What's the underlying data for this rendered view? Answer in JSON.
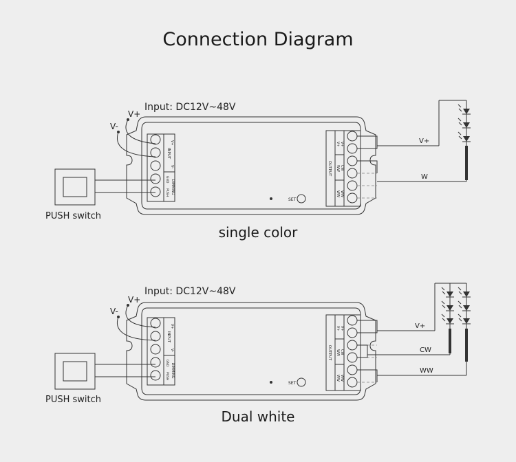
{
  "title": "Connection Diagram",
  "diagrams": [
    {
      "caption": "single color",
      "input_label": "Input: DC12V~48V",
      "v_plus": "V+",
      "v_minus": "V-",
      "push_switch": "PUSH switch",
      "input_block": "INPUT",
      "input_pins": [
        "V+",
        "V-"
      ],
      "dimming_block": "DIMMING",
      "dimming_pins": [
        "GND",
        "PUSH"
      ],
      "output_block": "OUTPUT",
      "output_pins": [
        "V+",
        "V+",
        "WW",
        "CW",
        "WW",
        "WW"
      ],
      "set_label": "SET",
      "wire_labels": [
        "V+",
        "W"
      ]
    },
    {
      "caption": "Dual white",
      "input_label": "Input: DC12V~48V",
      "v_plus": "V+",
      "v_minus": "V-",
      "push_switch": "PUSH switch",
      "input_block": "INPUT",
      "input_pins": [
        "V+",
        "V-"
      ],
      "dimming_block": "DIMMING",
      "dimming_pins": [
        "GND",
        "PUSH"
      ],
      "output_block": "OUTPUT",
      "output_pins": [
        "V+",
        "V+",
        "WW",
        "CW",
        "WW",
        "WW"
      ],
      "set_label": "SET",
      "wire_labels": [
        "V+",
        "CW",
        "WW"
      ]
    }
  ],
  "colors": {
    "background": "#eeeeee",
    "line": "#333333",
    "dashed": "#999999",
    "text": "#1a1a1a"
  }
}
